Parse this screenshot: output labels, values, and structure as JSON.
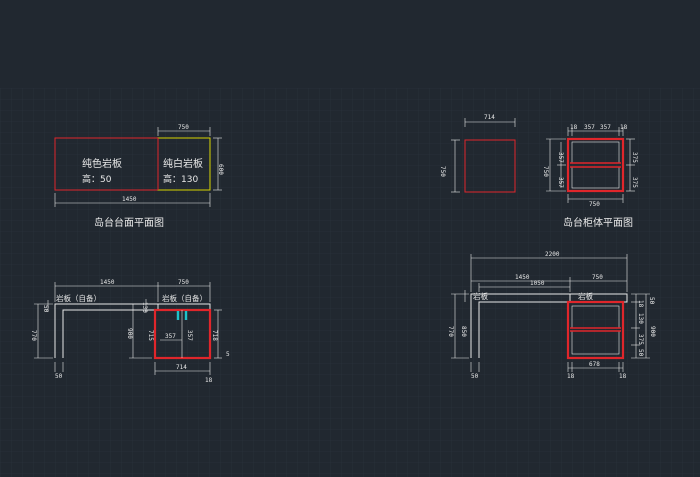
{
  "colors": {
    "background": "#212830",
    "grid": "#2e3640",
    "grid_major": "#39424d",
    "red": "#e0262b",
    "yellow": "#d8d400",
    "white": "#e8e8e8",
    "cyan": "#1ec2c8"
  },
  "plan1": {
    "title": "岛台台面平面图",
    "left_label": "纯色岩板",
    "left_height": "高：50",
    "right_label": "纯白岩板",
    "right_height": "高：130",
    "dim_top": "750",
    "dim_bottom": "1450",
    "dim_right": "600"
  },
  "plan2": {
    "title": "岛台柜体平面图",
    "dim_box_top": "714",
    "dim_box_side": "750",
    "dim_top_a": "18",
    "dim_top_b": "357",
    "dim_top_c": "357",
    "dim_top_d": "18",
    "dim_left": "750",
    "dim_left_a": "357",
    "dim_left_b": "357",
    "dim_right_a": "375",
    "dim_right_b": "375",
    "dim_bottom": "750"
  },
  "elev1": {
    "label_left": "岩板（自备）",
    "label_right": "岩板（自备）",
    "dim_top": "1450",
    "dim_top_right": "750",
    "dim_left_a": "50",
    "dim_left": "770",
    "dim_mid": "900",
    "dim_mid_b": "130",
    "dim_inner_a": "357",
    "dim_inner_b": "715",
    "dim_inner_c": "357",
    "dim_inner_d": "718",
    "dim_right": "5",
    "dim_bottom_a": "50",
    "dim_bottom_b": "714",
    "dim_bottom_c": "18"
  },
  "elev2": {
    "label_left": "岩板",
    "label_right": "岩板",
    "dim_top": "2200",
    "dim_top_a": "1450",
    "dim_top_b": "1050",
    "dim_top_c": "750",
    "dim_left": "770",
    "dim_left_b": "850",
    "dim_right_a": "50",
    "dim_right_b": "900",
    "dim_right_c": "18",
    "dim_right_d": "130",
    "dim_right_e": "375",
    "dim_right_f": "50",
    "dim_bottom_a": "18",
    "dim_bottom_b": "678",
    "dim_bottom_c": "18",
    "dim_bottom_d": "50"
  }
}
